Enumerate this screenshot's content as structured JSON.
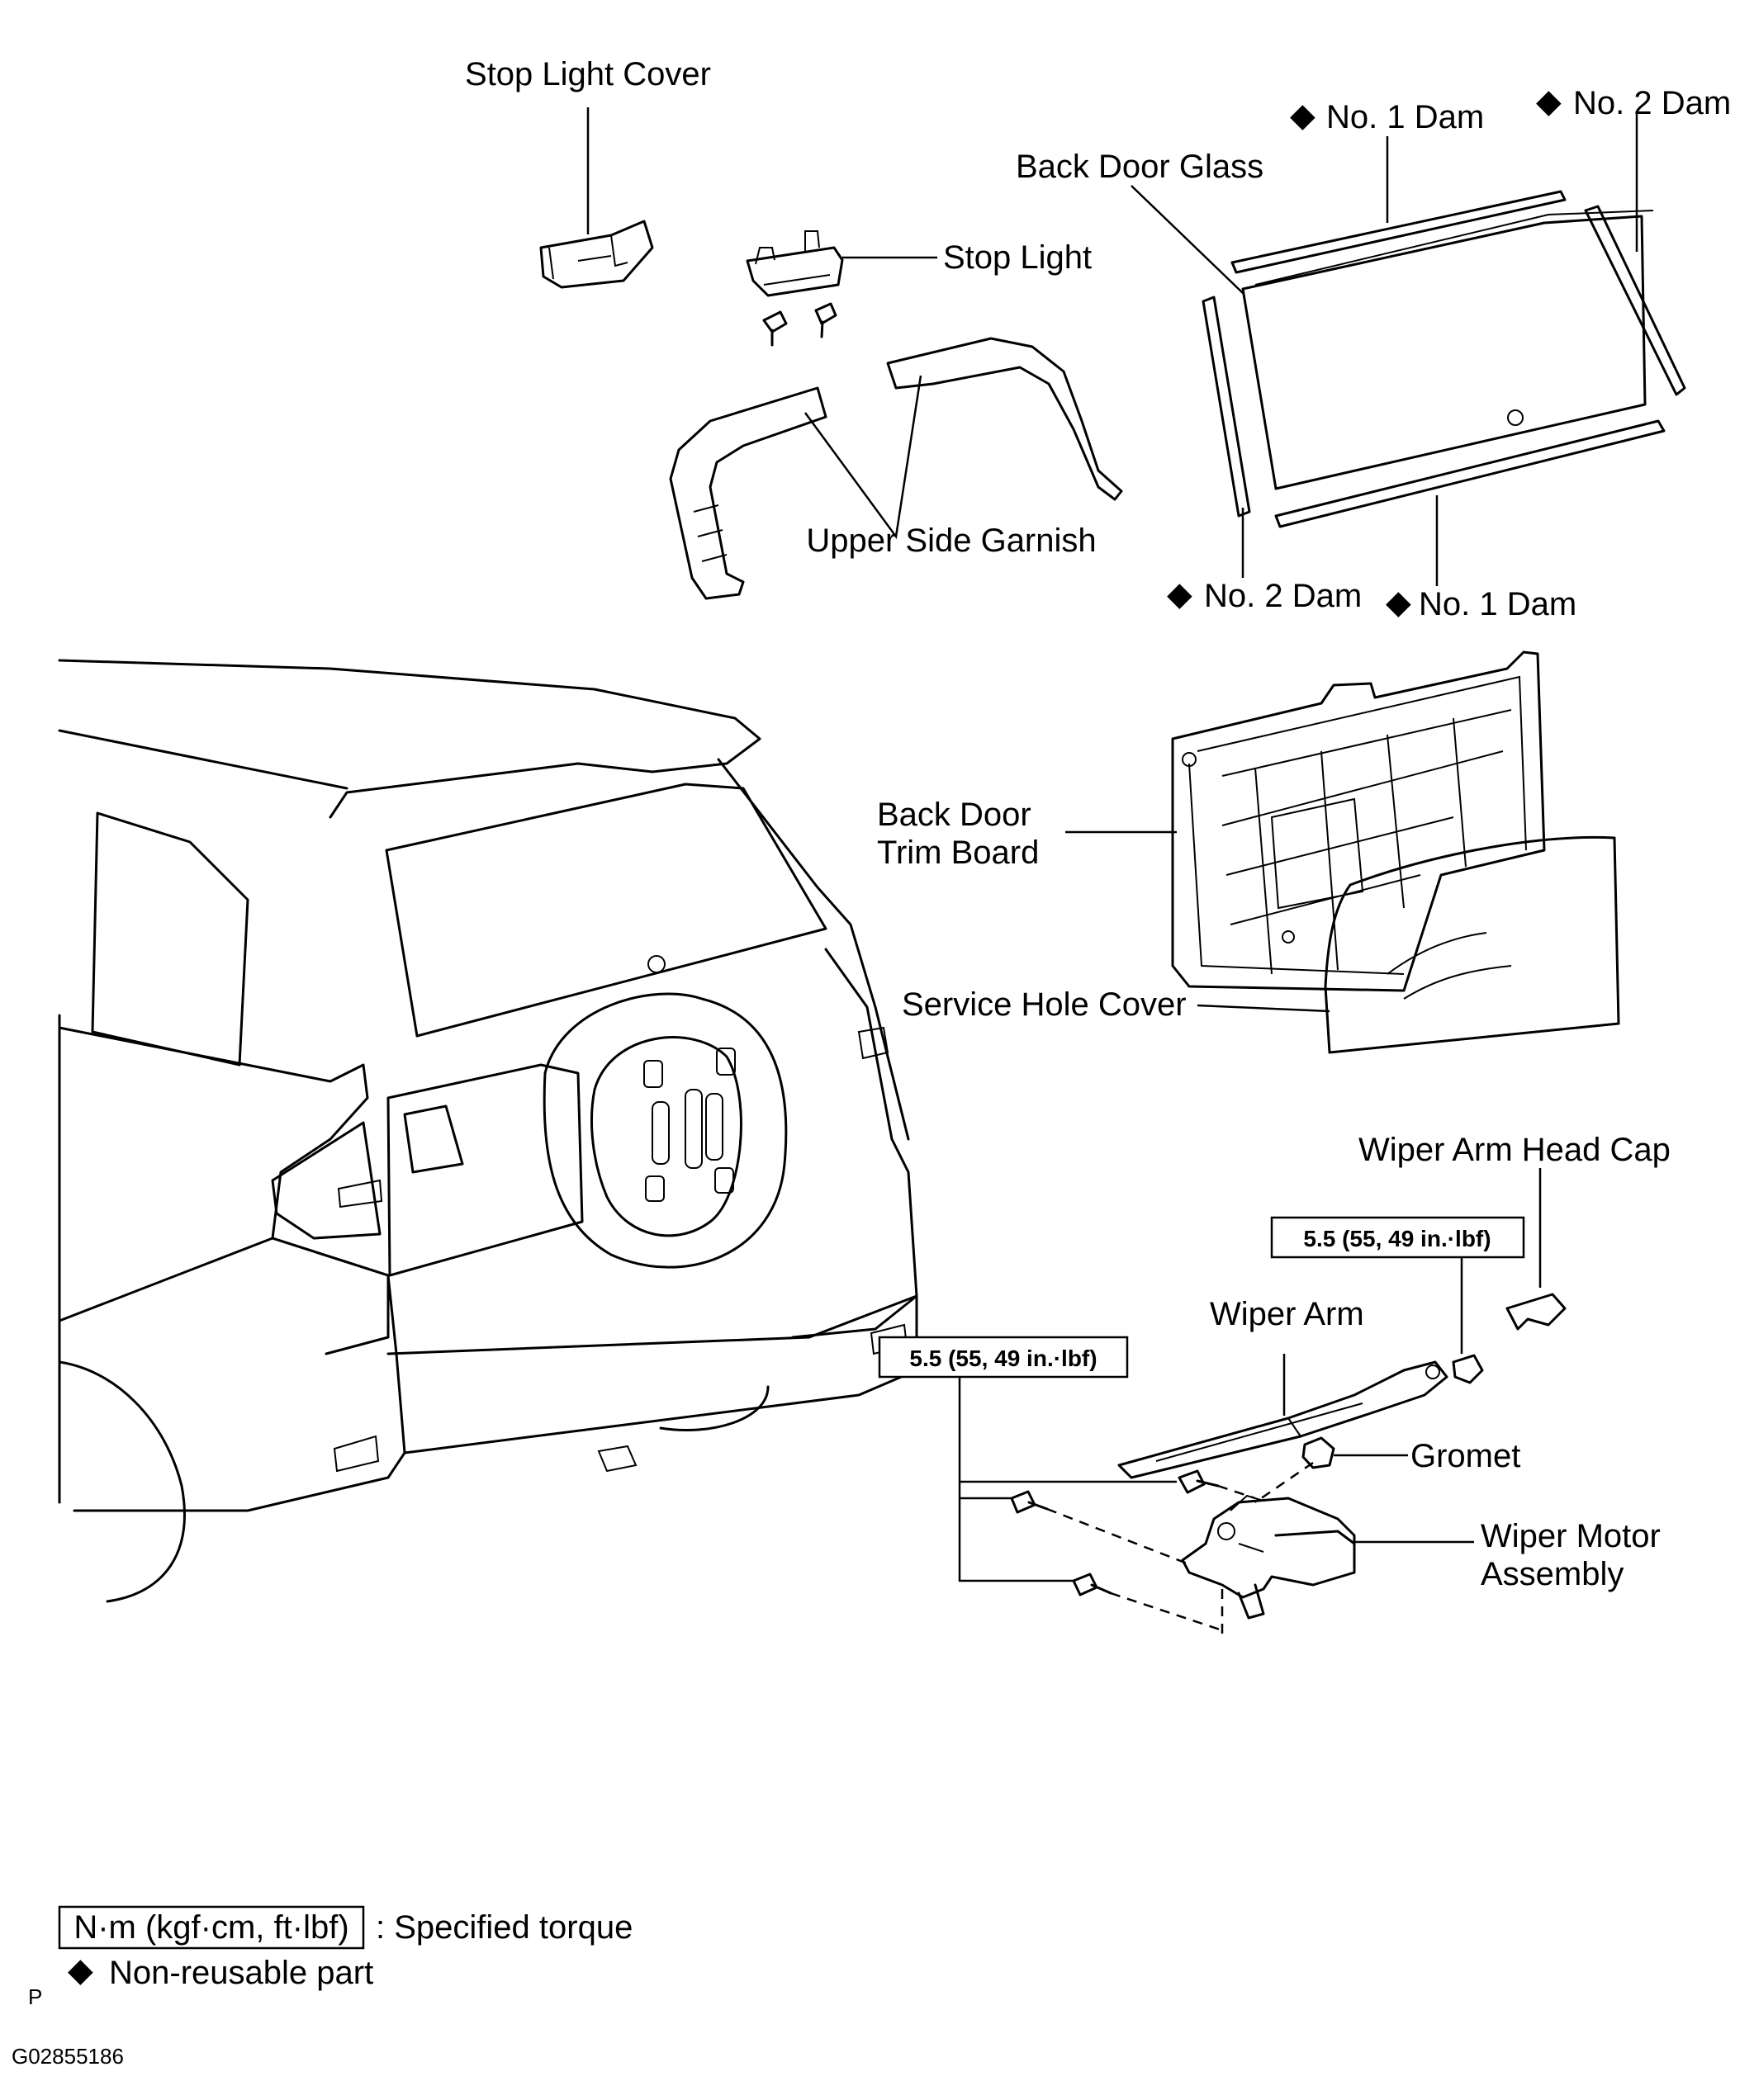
{
  "labels": {
    "stop_light_cover": "Stop Light Cover",
    "stop_light": "Stop Light",
    "upper_side_garnish": "Upper Side Garnish",
    "back_door_glass": "Back Door Glass",
    "dam_top": "No. 1 Dam",
    "dam_top_right": "No. 2 Dam",
    "dam_left": "No. 2 Dam",
    "dam_bottom": "No. 1 Dam",
    "back_door_trim_line1": "Back Door",
    "back_door_trim_line2": "Trim Board",
    "service_hole_cover": "Service Hole Cover",
    "wiper_arm_head_cap": "Wiper Arm Head Cap",
    "wiper_arm": "Wiper Arm",
    "gromet": "Gromet",
    "wiper_motor_line1": "Wiper Motor",
    "wiper_motor_line2": "Assembly"
  },
  "torque": {
    "wiper_arm_nut": "5.5 (55, 49 in.·lbf)",
    "wiper_motor_bolts": "5.5 (55, 49 in.·lbf)"
  },
  "legend": {
    "torque_units": "N·m (kgf·cm, ft·lbf)",
    "torque_desc": ": Specified torque",
    "nonreusable_desc": "Non-reusable part",
    "diamond_symbol": "◆"
  },
  "footer": {
    "page_marker": "P",
    "figure_code": "G02855186"
  }
}
